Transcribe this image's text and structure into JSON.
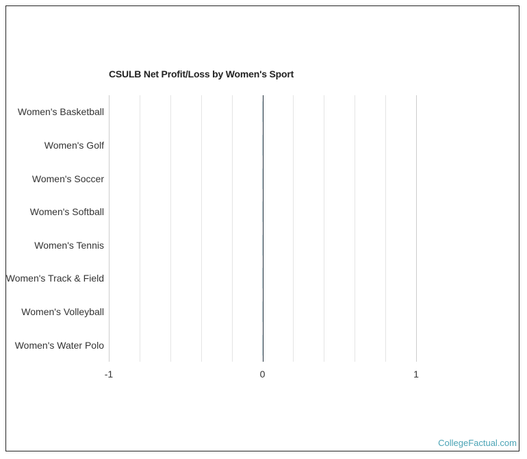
{
  "chart_data": {
    "type": "bar",
    "orientation": "horizontal",
    "title": "CSULB Net Profit/Loss by Women's Sport",
    "categories": [
      "Women's Basketball",
      "Women's Golf",
      "Women's Soccer",
      "Women's Softball",
      "Women's Tennis",
      "Women's Track & Field",
      "Women's Volleyball",
      "Women's Water Polo"
    ],
    "values": [
      0,
      0,
      0,
      0,
      0,
      0,
      0,
      0
    ],
    "xlabel": "",
    "ylabel": "",
    "xlim": [
      -1,
      1
    ],
    "x_ticks": [
      "-1",
      "0",
      "1"
    ],
    "grid": true,
    "legend": null
  },
  "colors": {
    "bar": "#5fb8c4",
    "zero_line": "#1f2d3a",
    "brand": "#4aa3b5"
  },
  "footer": {
    "brand": "CollegeFactual.com"
  }
}
